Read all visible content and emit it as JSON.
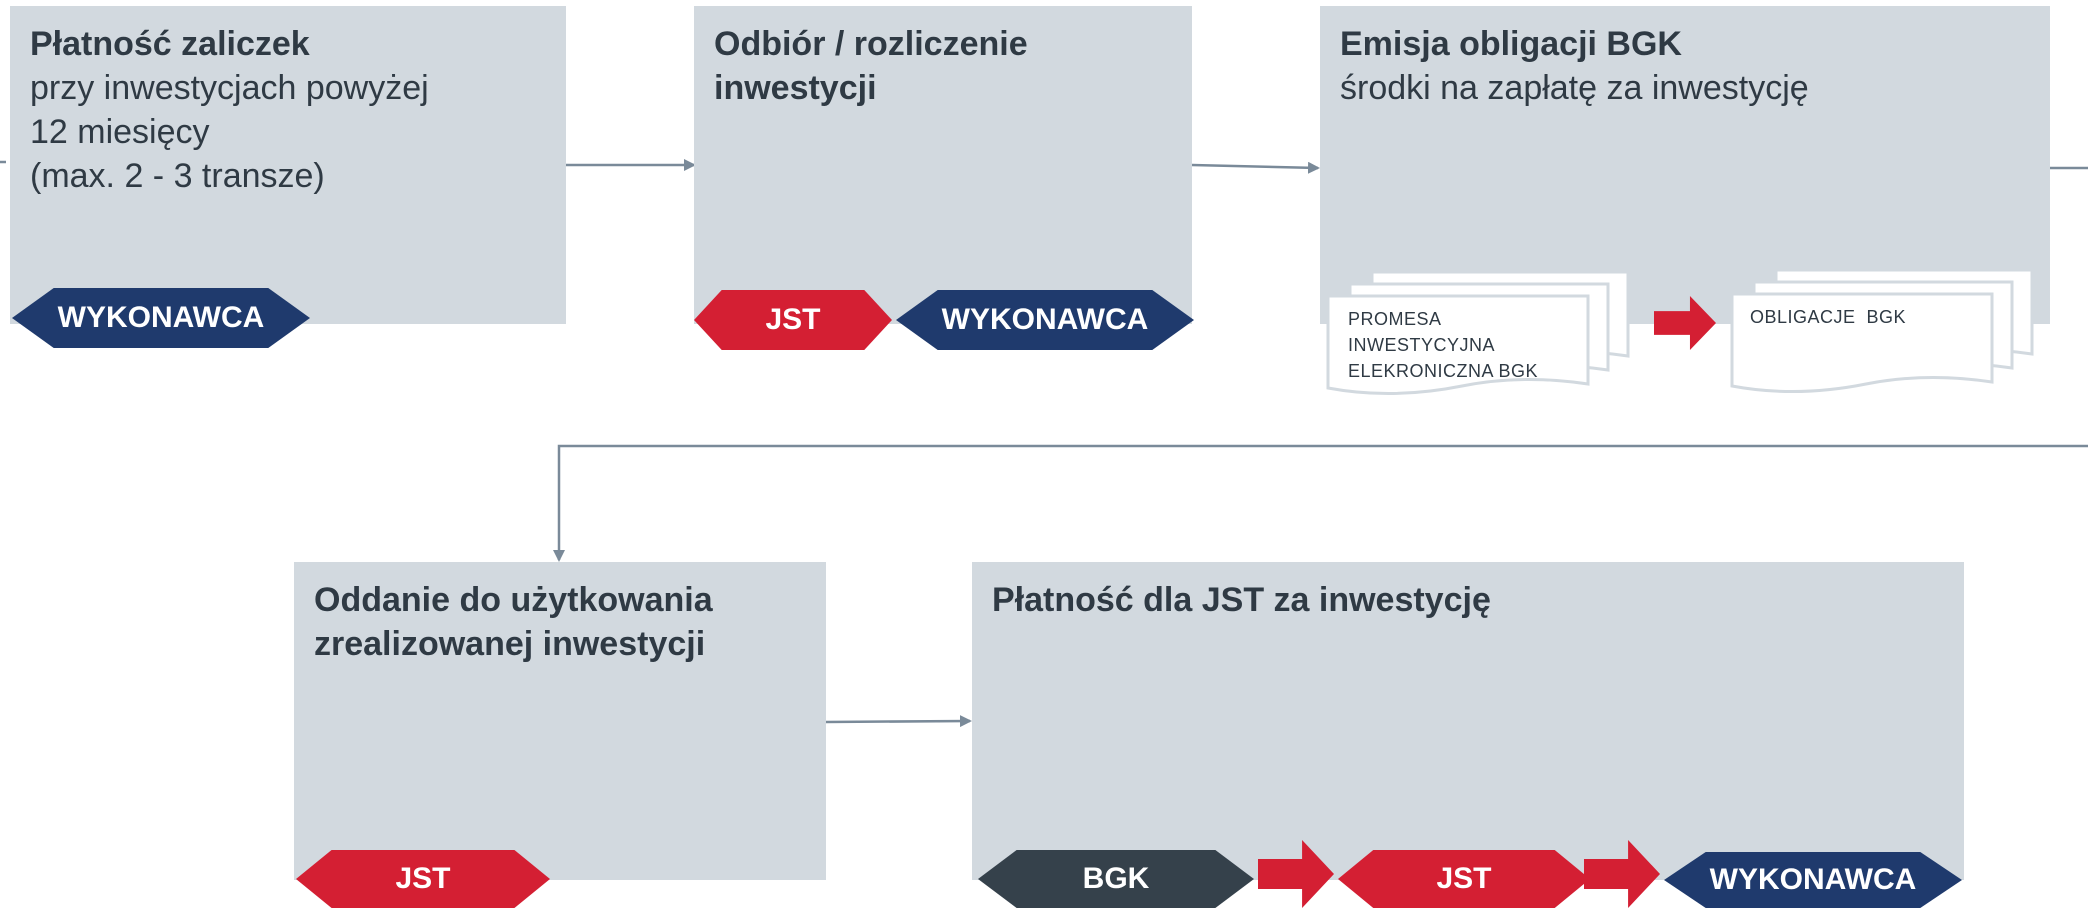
{
  "boxes": {
    "zaliczki": {
      "title": "Płatność zaliczek",
      "lines": [
        "przy inwestycjach powyżej",
        "12 miesięcy",
        "(max. 2 - 3 transze)"
      ]
    },
    "odbior": {
      "title_line1": "Odbiór / rozliczenie",
      "title_line2": "inwestycji"
    },
    "emisja": {
      "title": "Emisja obligacji BGK",
      "line": "środki na zapłatę za inwestycję"
    },
    "oddanie": {
      "title_line1": "Oddanie do użytkowania",
      "title_line2": "zrealizowanej inwestycji"
    },
    "platnosc": {
      "title": "Płatność dla JST za inwestycję"
    }
  },
  "badges": {
    "wykonawca": "WYKONAWCA",
    "jst": "JST",
    "bgk": "BGK"
  },
  "documents": {
    "promesa_lines": [
      "PROMESA",
      "INWESTYCYJNA",
      "ELEKRONICZNA BGK"
    ],
    "obligacje": "OBLIGACJE  BGK"
  },
  "colors": {
    "box": "#d2d9df",
    "navy": "#1f3a6d",
    "red": "#d41f33",
    "dark": "#35414b",
    "connector": "#7a8a99"
  }
}
